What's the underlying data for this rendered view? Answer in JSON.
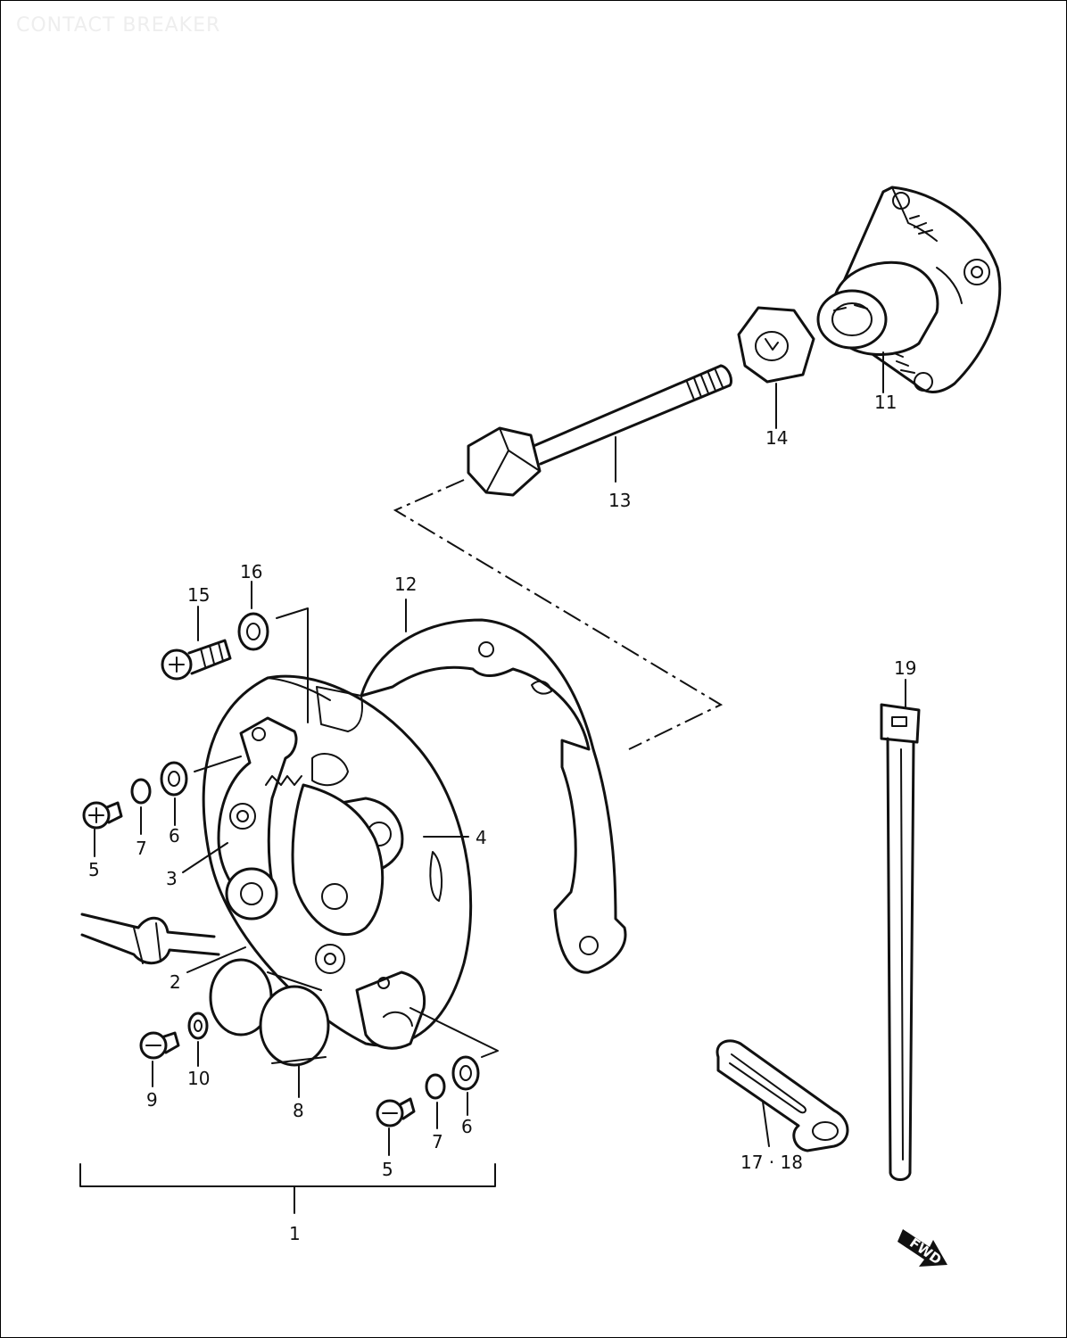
{
  "diagram": {
    "title": "CONTACT BREAKER",
    "fwd_label": "FWD",
    "callouts": [
      "1",
      "2",
      "3",
      "4",
      "5",
      "6",
      "7",
      "8",
      "9",
      "10",
      "11",
      "12",
      "13",
      "14",
      "15",
      "16",
      "17 · 18",
      "19"
    ]
  },
  "colors": {
    "ink": "#111111",
    "paper": "#ffffff",
    "title_faint": "#eeeeee"
  }
}
